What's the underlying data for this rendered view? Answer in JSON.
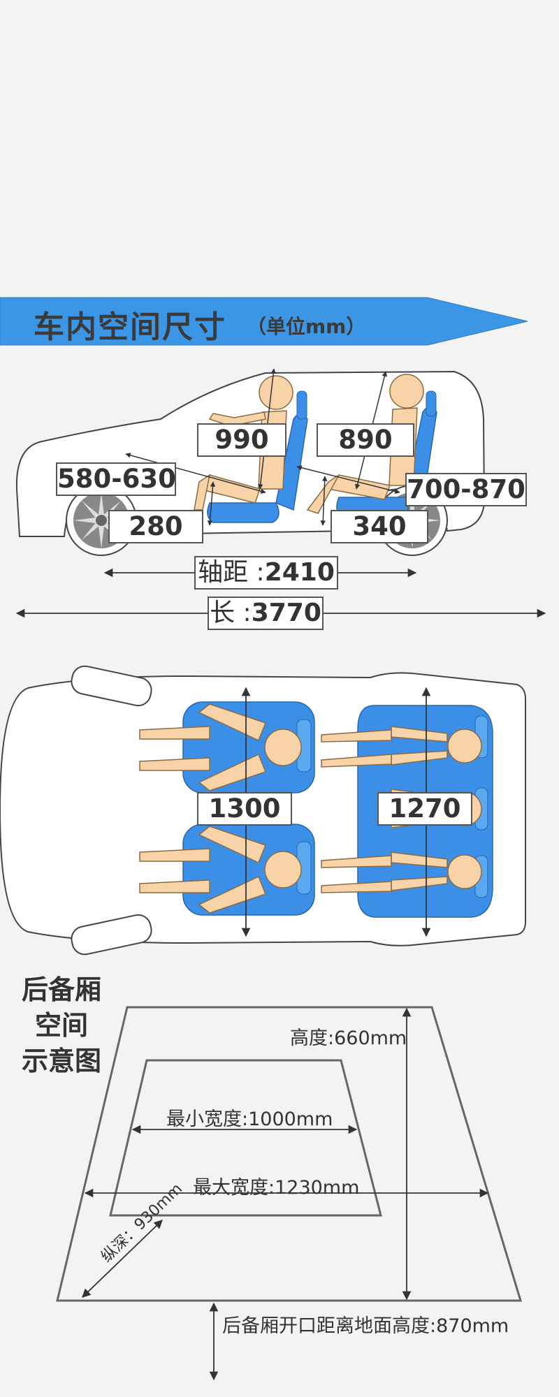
{
  "banner": {
    "title": "车内空间尺寸",
    "unit": "（单位mm）",
    "color": "#3c96e6"
  },
  "side_view": {
    "front_headroom": "990",
    "rear_headroom": "890",
    "front_legroom": "580-630",
    "rear_legroom": "700-870",
    "front_seat_height": "280",
    "rear_seat_height": "340",
    "wheelbase_label": "轴距 :",
    "wheelbase_value": "2410",
    "length_label": "长 :",
    "length_value": "3770"
  },
  "top_view": {
    "front_shoulder_width": "1300",
    "rear_shoulder_width": "1270"
  },
  "trunk": {
    "title_lines": [
      "后备厢",
      "空间",
      "示意图"
    ],
    "height": "高度:660mm",
    "min_width": "最小宽度:1000mm",
    "max_width": "最大宽度:1230mm",
    "depth": "纵深：930mm",
    "sill_height": "后备厢开口距离地面高度:870mm"
  },
  "colors": {
    "seat_blue": "#3c8fe6",
    "mannequin": "#f7d3a7",
    "outline": "#555555"
  }
}
